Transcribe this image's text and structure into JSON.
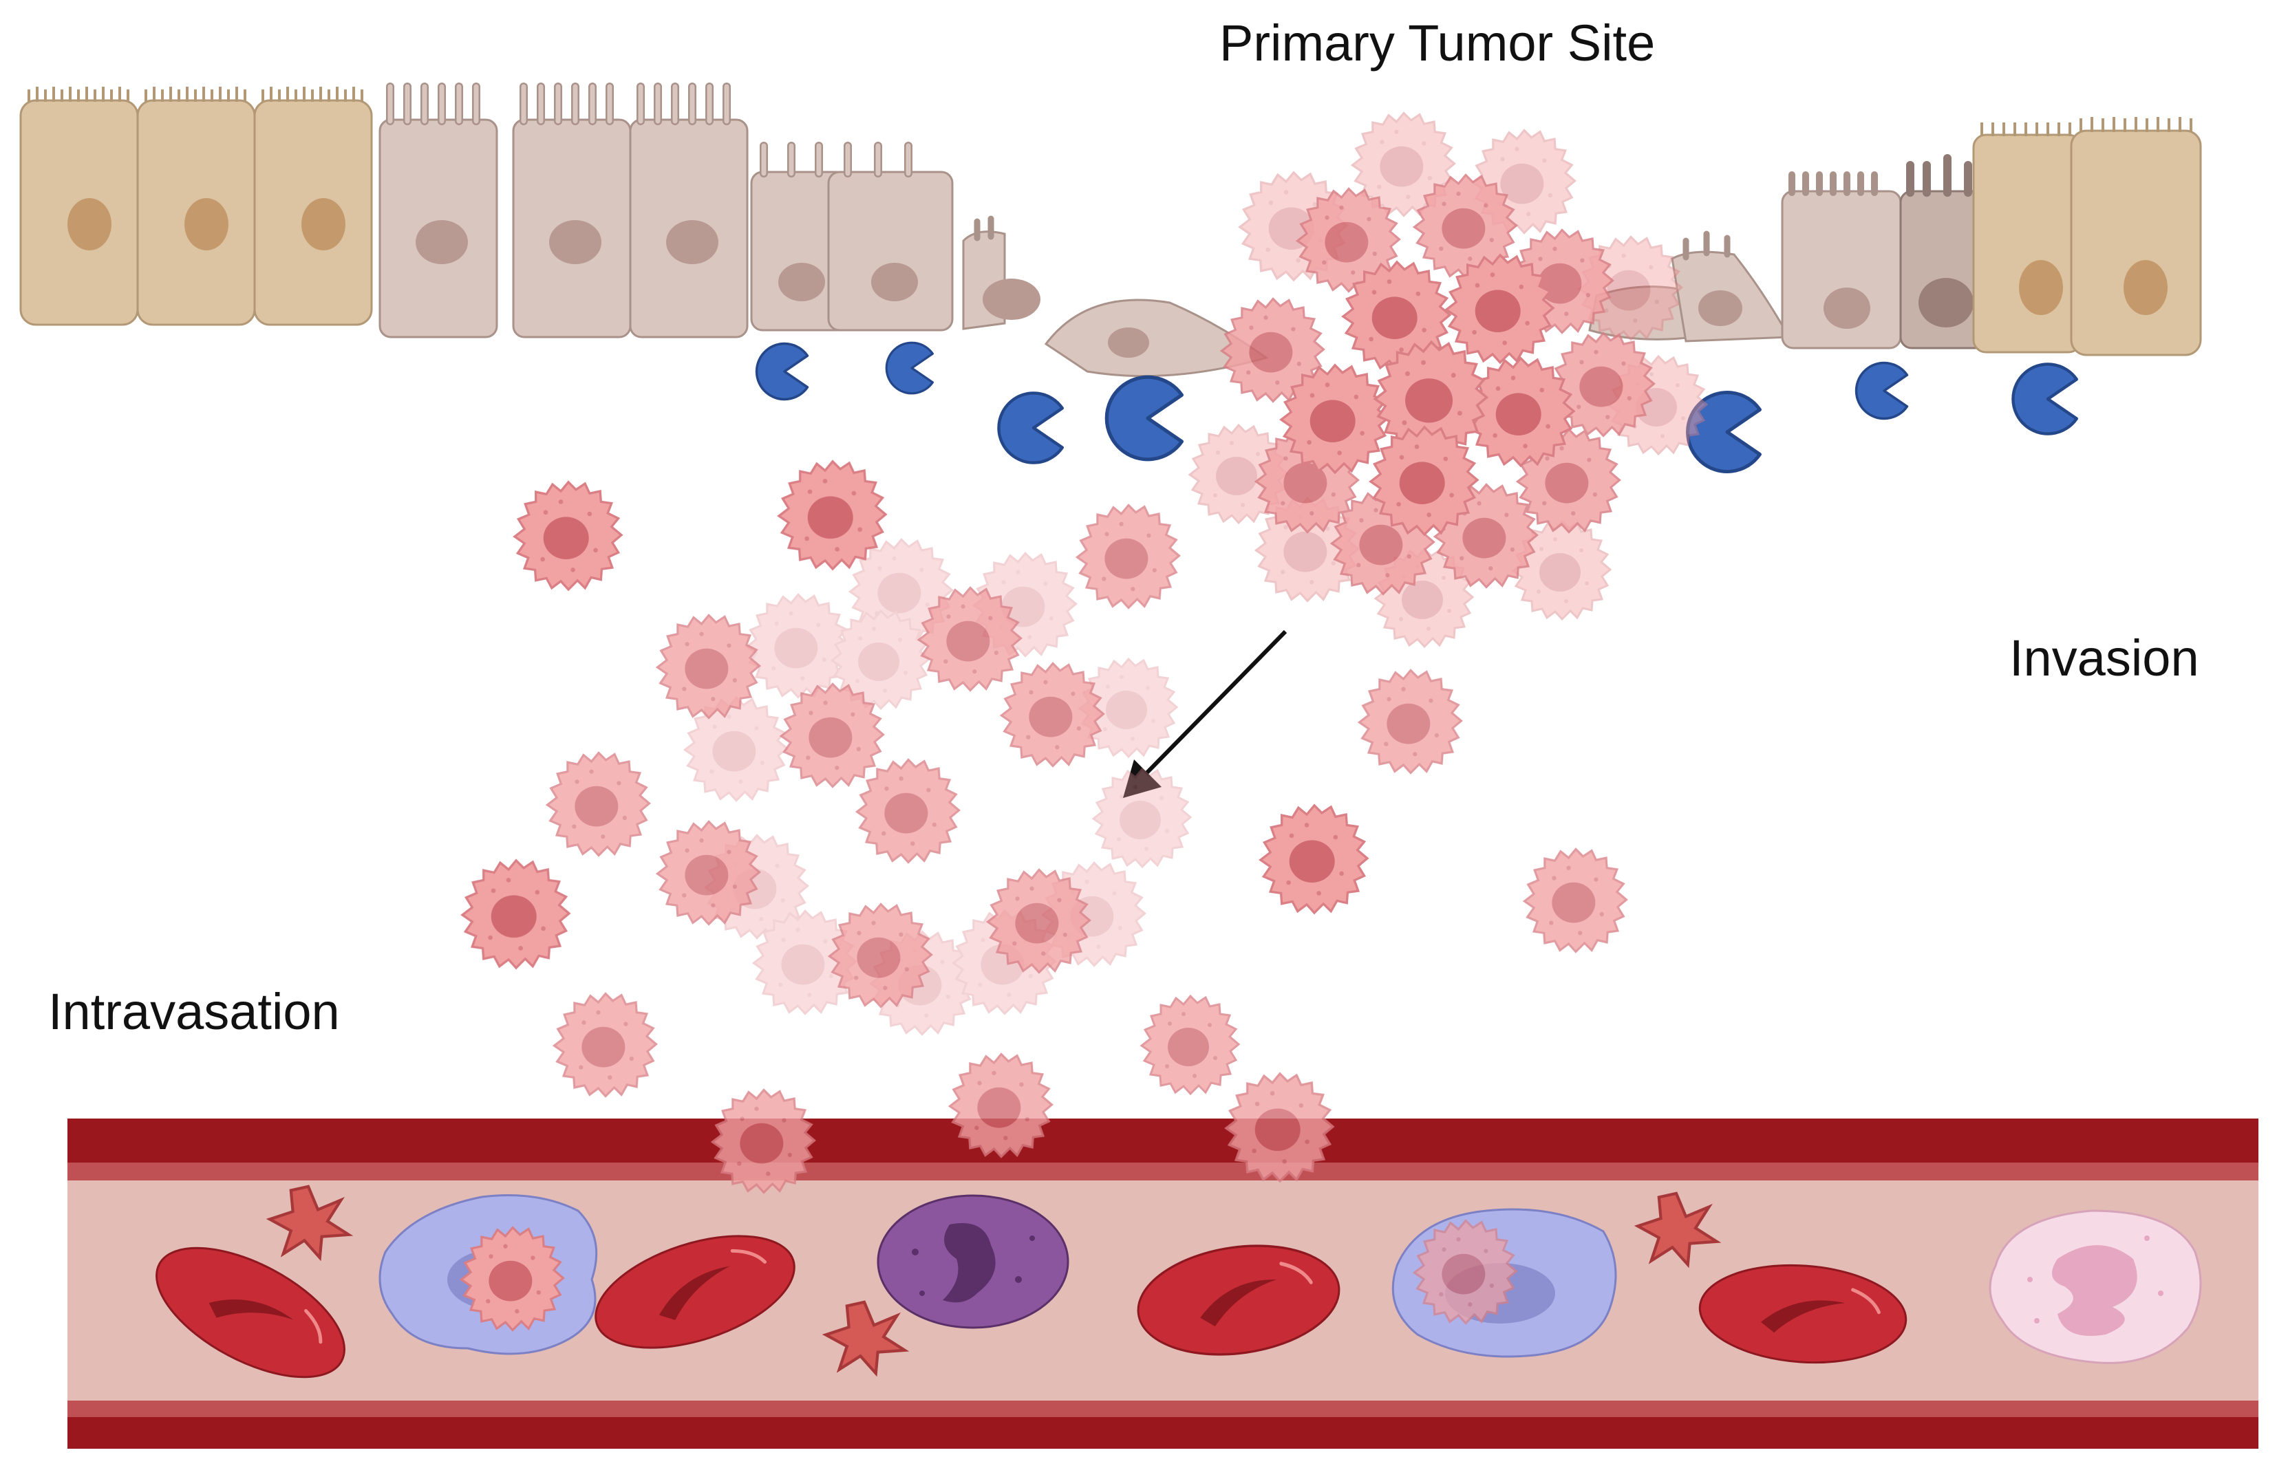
{
  "labels": {
    "primary_tumor_site": "Primary Tumor Site",
    "invasion": "Invasion",
    "intravasation": "Intravasation"
  },
  "colors": {
    "epithelial_healthy": "#dcc4a2",
    "epithelial_transition": "#d9c6bf",
    "nucleus_healthy": "#c49a6c",
    "nucleus_transition": "#b89a92",
    "tumor_cell": "#f1a2a3",
    "tumor_nucleus": "#d06a70",
    "protease": "#3a68bd",
    "vessel_wall": "#9a181d",
    "vessel_lumen": "#e4bcb6",
    "red_blood_cell": "#c72b35",
    "platelet": "#d55a55",
    "monocyte": "#aeb2ea",
    "lymphocyte": "#8b569e",
    "neutrophil": "#f6dbe7"
  },
  "icons": [
    "epithelial-cell-icon",
    "tumor-cell-icon",
    "protease-icon",
    "red-blood-cell-icon",
    "platelet-icon",
    "monocyte-icon",
    "lymphocyte-icon",
    "neutrophil-icon",
    "arrow-icon"
  ]
}
